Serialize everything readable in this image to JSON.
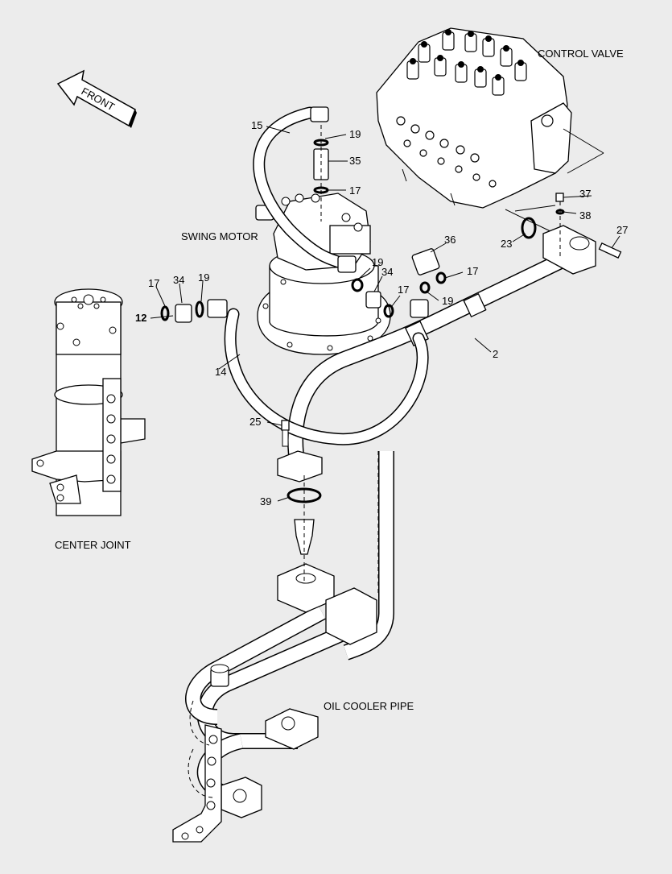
{
  "labels": {
    "front": "FRONT",
    "control_valve": "CONTROL VALVE",
    "swing_motor": "SWING MOTOR",
    "center_joint": "CENTER JOINT",
    "oil_cooler_pipe": "OIL COOLER PIPE"
  },
  "callouts": {
    "c15": "15",
    "c19_top": "19",
    "c35": "35",
    "c17_top": "17",
    "c37": "37",
    "c38": "38",
    "c23": "23",
    "c27": "27",
    "c36": "36",
    "c17_right": "17",
    "c19_mid": "19",
    "c34_mid": "34",
    "c17_mid": "17",
    "c19_right": "19",
    "c17_left": "17",
    "c34_left": "34",
    "c19_left": "19",
    "c12": "12",
    "c14": "14",
    "c2": "2",
    "c25": "25",
    "c39": "39"
  }
}
